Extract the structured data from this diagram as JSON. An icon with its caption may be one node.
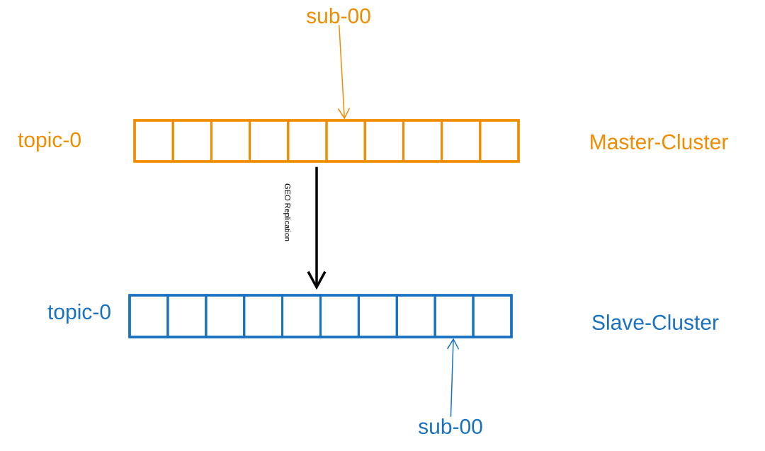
{
  "diagram": {
    "nodes": [
      {
        "text": [
          "topic-0"
        ],
        "beside": [
          "Master-Cluster"
        ]
      },
      {
        "text": [],
        "shape": "box",
        "in": 0
      },
      {
        "text": [],
        "shape": "box",
        "in": 0
      },
      {
        "text": [],
        "shape": "box",
        "in": 0
      },
      {
        "text": [],
        "shape": "box",
        "in": 0
      },
      {
        "text": [],
        "shape": "box",
        "in": 0
      },
      {
        "text": [],
        "shape": "box",
        "in": 0
      },
      {
        "text": [],
        "shape": "box",
        "in": 0
      },
      {
        "text": [],
        "shape": "box",
        "in": 0
      },
      {
        "text": [],
        "shape": "box",
        "in": 0
      },
      {
        "text": [],
        "shape": "box",
        "in": 0
      },
      {
        "text": [
          "topic-0"
        ],
        "beside": [
          "Slave-Cluster"
        ]
      },
      {
        "text": [],
        "shape": "box",
        "in": 11
      },
      {
        "text": [],
        "shape": "box",
        "in": 11
      },
      {
        "text": [],
        "shape": "box",
        "in": 11
      },
      {
        "text": [],
        "shape": "box",
        "in": 11
      },
      {
        "text": [],
        "shape": "box",
        "in": 11
      },
      {
        "text": [],
        "shape": "box",
        "in": 11
      },
      {
        "text": [],
        "shape": "box",
        "in": 11
      },
      {
        "text": [],
        "shape": "box",
        "in": 11
      },
      {
        "text": [],
        "shape": "box",
        "in": 11
      },
      {
        "text": [],
        "shape": "box",
        "in": 11
      },
      {
        "text": [
          "sub-00"
        ]
      },
      {
        "text": [
          "sub-00"
        ]
      }
    ],
    "edges": [
      {
        "from": 22,
        "to": 6,
        "arrow": "to",
        "color": "#f08c00"
      },
      {
        "from": 0,
        "to": 11,
        "arrow": "to",
        "label": "GEO Replication",
        "style": "thick",
        "color": "#000000"
      },
      {
        "from": 23,
        "to": 20,
        "arrow": "to",
        "color": "#1971c2"
      }
    ]
  }
}
